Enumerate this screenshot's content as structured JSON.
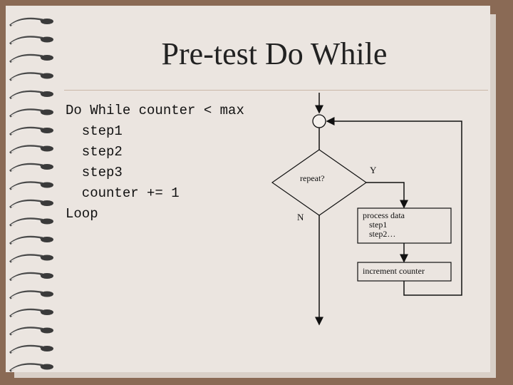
{
  "slide": {
    "title": "Pre-test Do While"
  },
  "code": {
    "lines": [
      "Do While counter < max",
      "  step1",
      "  step2",
      "  step3",
      "  counter += 1",
      "Loop"
    ]
  },
  "flowchart": {
    "decision_label": "repeat?",
    "yes_label": "Y",
    "no_label": "N",
    "process_label_1": "process data",
    "process_label_2": "step1",
    "process_label_3": "step2…",
    "increment_label": "increment counter"
  },
  "colors": {
    "background": "#8a6a55",
    "paper": "#ebe5e0",
    "ink": "#111111"
  }
}
